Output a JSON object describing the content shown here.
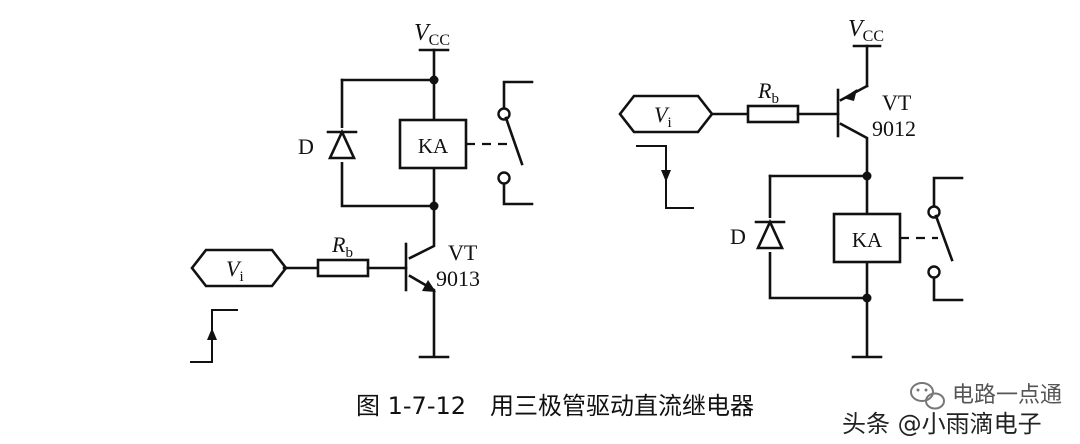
{
  "labels": {
    "vcc_symbol": "V",
    "vcc_subscript": "CC",
    "vi_symbol": "V",
    "vi_subscript": "i",
    "rb_symbol": "R",
    "rb_subscript": "b",
    "diode": "D",
    "relay": "KA",
    "transistor": "VT",
    "left_transistor_model": "9013",
    "right_transistor_model": "9012"
  },
  "caption": "图 1-7-12　用三极管驱动直流继电器",
  "watermark": {
    "account": "电路一点通",
    "source": "头条 @小雨滴电子"
  }
}
